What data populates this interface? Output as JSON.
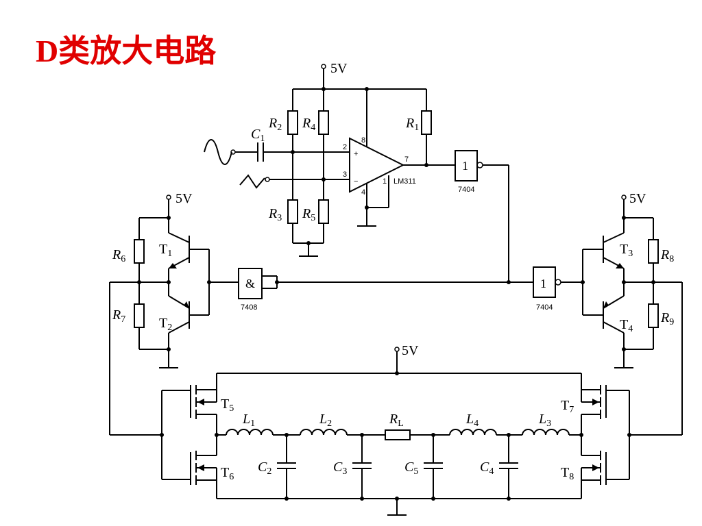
{
  "title": "D类放大电路",
  "colors": {
    "title": "#e00000",
    "wire": "#000000",
    "background": "#ffffff"
  },
  "supply_label": "5V",
  "comparator": {
    "part": "LM311",
    "pin_plus": "2",
    "pin_minus": "3",
    "pin_vcc": "8",
    "pin_out": "7",
    "pin_gnd": "4",
    "pin_1": "1",
    "plus": "+",
    "minus": "−"
  },
  "inverter": {
    "symbol": "1",
    "part": "7404"
  },
  "and_gate": {
    "symbol": "&",
    "part": "7408"
  },
  "resistors": {
    "R1": "1",
    "R2": "2",
    "R3": "3",
    "R4": "4",
    "R5": "5",
    "R6": "6",
    "R7": "7",
    "R8": "8",
    "R9": "9",
    "RL": "L"
  },
  "capacitors": {
    "C1": "1",
    "C2": "2",
    "C3": "3",
    "C4": "4",
    "C5": "5"
  },
  "inductors": {
    "L1": "1",
    "L2": "2",
    "L3": "3",
    "L4": "4"
  },
  "transistors": {
    "T1": "1",
    "T2": "2",
    "T3": "3",
    "T4": "4",
    "T5": "5",
    "T6": "6",
    "T7": "7",
    "T8": "8"
  },
  "letters": {
    "R": "R",
    "C": "C",
    "L": "L",
    "T": "T"
  },
  "icons": {
    "sine": "sine-wave-icon",
    "triangle": "triangle-wave-icon"
  }
}
